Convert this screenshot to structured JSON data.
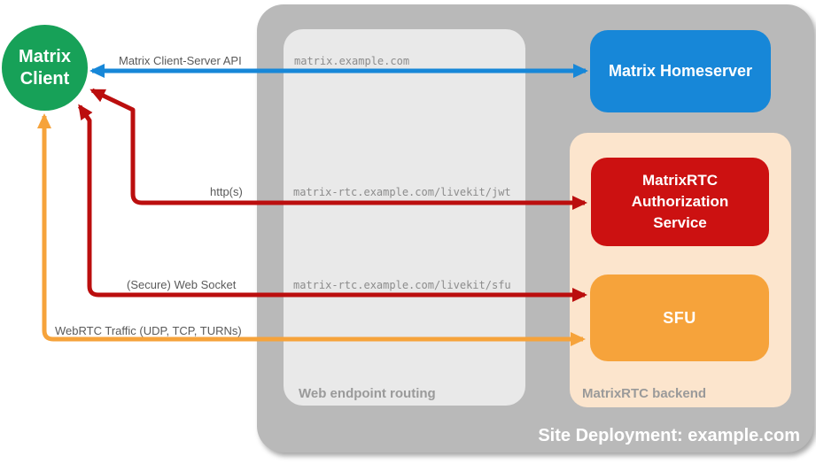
{
  "diagram": {
    "site": {
      "title": "Site Deployment: example.com"
    },
    "client": {
      "label": "Matrix Client"
    },
    "homeserver": {
      "label": "Matrix Homeserver"
    },
    "routing": {
      "label": "Web endpoint routing",
      "endpoints": {
        "homeserver": "matrix.example.com",
        "jwt": "matrix-rtc.example.com/livekit/jwt",
        "sfu": "matrix-rtc.example.com/livekit/sfu"
      }
    },
    "backend": {
      "label": "MatrixRTC backend",
      "auth_service": {
        "label": "MatrixRTC Authorization Service"
      },
      "sfu": {
        "label": "SFU"
      }
    },
    "arrows": {
      "client_server_api": {
        "label": "Matrix Client-Server API",
        "color": "#1787d8",
        "bidirectional": true
      },
      "https": {
        "label": "http(s)",
        "color": "#bb0e0e",
        "bidirectional": true
      },
      "websocket": {
        "label": "(Secure) Web Socket",
        "color": "#bb0e0e",
        "bidirectional": true
      },
      "webrtc": {
        "label": "WebRTC Traffic (UDP, TCP, TURNs)",
        "color": "#f6a33b",
        "bidirectional": true
      }
    },
    "colors": {
      "client_green": "#17a158",
      "homeserver_blue": "#1787d8",
      "auth_red": "#cc1111",
      "sfu_orange": "#f6a33b",
      "backend_peach": "#fce5cd",
      "site_gray": "#b9b9b9",
      "routing_gray": "#e9e9e9",
      "label_gray": "#9a9a9a",
      "arrow_label_gray": "#5a5a5a",
      "endpoint_text_gray": "#8c8c8c"
    }
  }
}
